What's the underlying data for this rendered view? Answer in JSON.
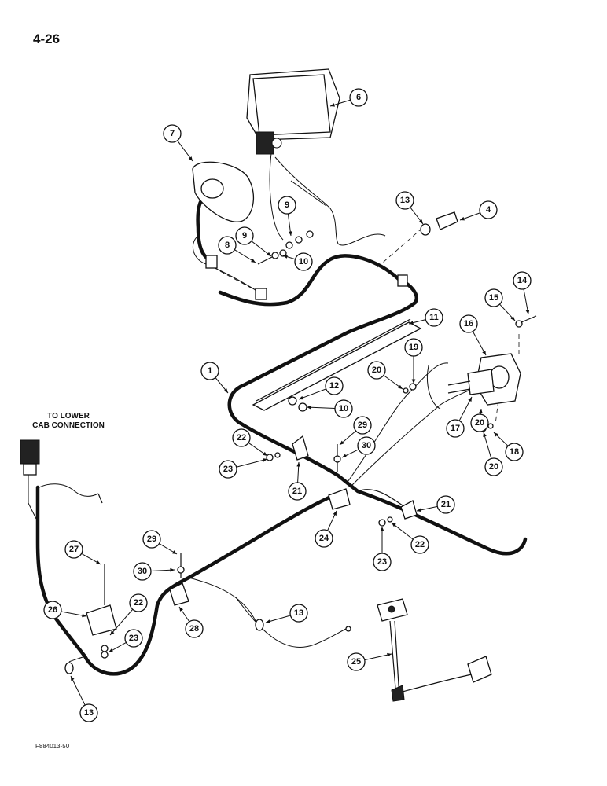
{
  "page_number": "4-26",
  "note": {
    "line1": "TO LOWER",
    "line2": "CAB CONNECTION"
  },
  "figure_id": "F884013-50",
  "callouts": [
    "1",
    "4",
    "6",
    "7",
    "8",
    "9",
    "9",
    "10",
    "10",
    "11",
    "12",
    "13",
    "13",
    "13",
    "14",
    "15",
    "16",
    "17",
    "18",
    "19",
    "20",
    "20",
    "20",
    "21",
    "21",
    "22",
    "22",
    "22",
    "23",
    "23",
    "23",
    "24",
    "25",
    "26",
    "27",
    "28",
    "29",
    "29",
    "30",
    "30"
  ]
}
